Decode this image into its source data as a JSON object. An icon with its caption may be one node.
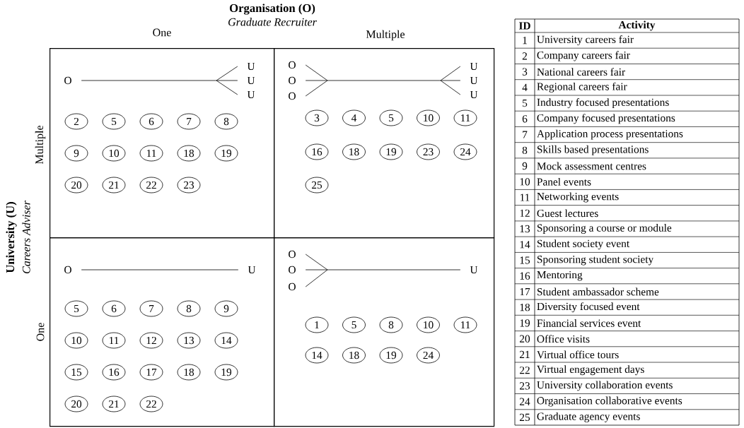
{
  "diagram": {
    "nodes": [
      {
        "text": [],
        "shape": "box"
      },
      {
        "text": [
          "O"
        ],
        "in": 0
      },
      {
        "text": [
          "U"
        ],
        "in": 0
      },
      {
        "text": [
          "U"
        ],
        "in": 0
      },
      {
        "text": [
          "U"
        ],
        "in": 0
      },
      {
        "text": [
          "2"
        ],
        "in": 0
      },
      {
        "text": [
          "5"
        ],
        "in": 0
      },
      {
        "text": [
          "6"
        ],
        "in": 0
      },
      {
        "text": [
          "7"
        ],
        "in": 0
      },
      {
        "text": [
          "8"
        ],
        "in": 0
      },
      {
        "text": [
          "9"
        ],
        "in": 0
      },
      {
        "text": [
          "10"
        ],
        "in": 0
      },
      {
        "text": [
          "11"
        ],
        "in": 0
      },
      {
        "text": [
          "18"
        ],
        "in": 0
      },
      {
        "text": [
          "19"
        ],
        "in": 0
      },
      {
        "text": [
          "20"
        ],
        "in": 0
      },
      {
        "text": [
          "21"
        ],
        "in": 0
      },
      {
        "text": [
          "22"
        ],
        "in": 0
      },
      {
        "text": [
          "23"
        ],
        "in": 0
      },
      {
        "text": [],
        "shape": "box"
      },
      {
        "text": [
          "O"
        ],
        "in": 19
      },
      {
        "text": [
          "O"
        ],
        "in": 19
      },
      {
        "text": [
          "O"
        ],
        "in": 19
      },
      {
        "text": [
          "U"
        ],
        "in": 19
      },
      {
        "text": [
          "U"
        ],
        "in": 19
      },
      {
        "text": [
          "U"
        ],
        "in": 19
      },
      {
        "text": [
          "3"
        ],
        "in": 19
      },
      {
        "text": [
          "4"
        ],
        "in": 19
      },
      {
        "text": [
          "5"
        ],
        "in": 19
      },
      {
        "text": [
          "10"
        ],
        "in": 19
      },
      {
        "text": [
          "11"
        ],
        "in": 19
      },
      {
        "text": [
          "16"
        ],
        "in": 19
      },
      {
        "text": [
          "18"
        ],
        "in": 19
      },
      {
        "text": [
          "19"
        ],
        "in": 19
      },
      {
        "text": [
          "23"
        ],
        "in": 19
      },
      {
        "text": [
          "24"
        ],
        "in": 19
      },
      {
        "text": [
          "25"
        ],
        "in": 19
      },
      {
        "text": [],
        "shape": "box"
      },
      {
        "text": [
          "O"
        ],
        "in": 37
      },
      {
        "text": [
          "U"
        ],
        "in": 37
      },
      {
        "text": [
          "5"
        ],
        "in": 37
      },
      {
        "text": [
          "6"
        ],
        "in": 37
      },
      {
        "text": [
          "7"
        ],
        "in": 37
      },
      {
        "text": [
          "8"
        ],
        "in": 37
      },
      {
        "text": [
          "9"
        ],
        "in": 37
      },
      {
        "text": [
          "10"
        ],
        "in": 37
      },
      {
        "text": [
          "11"
        ],
        "in": 37
      },
      {
        "text": [
          "12"
        ],
        "in": 37
      },
      {
        "text": [
          "13"
        ],
        "in": 37
      },
      {
        "text": [
          "14"
        ],
        "in": 37
      },
      {
        "text": [
          "15"
        ],
        "in": 37
      },
      {
        "text": [
          "16"
        ],
        "in": 37
      },
      {
        "text": [
          "17"
        ],
        "in": 37
      },
      {
        "text": [
          "18"
        ],
        "in": 37
      },
      {
        "text": [
          "19"
        ],
        "in": 37
      },
      {
        "text": [
          "20"
        ],
        "in": 37
      },
      {
        "text": [
          "21"
        ],
        "in": 37
      },
      {
        "text": [
          "22"
        ],
        "in": 37
      },
      {
        "text": [],
        "shape": "box"
      },
      {
        "text": [
          "O"
        ],
        "in": 58
      },
      {
        "text": [
          "O"
        ],
        "in": 58
      },
      {
        "text": [
          "O"
        ],
        "in": 58
      },
      {
        "text": [
          "U"
        ],
        "in": 58
      },
      {
        "text": [
          "1"
        ],
        "in": 58
      },
      {
        "text": [
          "5"
        ],
        "in": 58
      },
      {
        "text": [
          "8"
        ],
        "in": 58
      },
      {
        "text": [
          "10"
        ],
        "in": 58
      },
      {
        "text": [
          "11"
        ],
        "in": 58
      },
      {
        "text": [
          "14"
        ],
        "in": 58
      },
      {
        "text": [
          "18"
        ],
        "in": 58
      },
      {
        "text": [
          "19"
        ],
        "in": 58
      },
      {
        "text": [
          "24"
        ],
        "in": 58
      }
    ],
    "edges": [
      {
        "from": 1,
        "to": 2,
        "arrow": "none"
      },
      {
        "from": 1,
        "to": 3,
        "arrow": "none"
      },
      {
        "from": 1,
        "to": 4,
        "arrow": "none"
      },
      {
        "from": 20,
        "to": 23,
        "arrow": "none"
      },
      {
        "from": 20,
        "to": 24,
        "arrow": "none"
      },
      {
        "from": 20,
        "to": 25,
        "arrow": "none"
      },
      {
        "from": 21,
        "to": 23,
        "arrow": "none"
      },
      {
        "from": 21,
        "to": 24,
        "arrow": "none"
      },
      {
        "from": 21,
        "to": 25,
        "arrow": "none"
      },
      {
        "from": 22,
        "to": 23,
        "arrow": "none"
      },
      {
        "from": 22,
        "to": 24,
        "arrow": "none"
      },
      {
        "from": 22,
        "to": 25,
        "arrow": "none"
      },
      {
        "from": 38,
        "to": 39,
        "arrow": "none"
      },
      {
        "from": 59,
        "to": 62,
        "arrow": "none"
      },
      {
        "from": 60,
        "to": 62,
        "arrow": "none"
      },
      {
        "from": 61,
        "to": 62,
        "arrow": "none"
      }
    ],
    "labels": [
      "Organisation (O)",
      "Graduate Recruiter",
      "One",
      "Multiple",
      "University (U)",
      "Careers Adviser",
      "Multiple",
      "One",
      "ID",
      "Activity",
      "1",
      "University careers fair",
      "2",
      "Company careers fair",
      "3",
      "National careers fair",
      "4",
      "Regional careers fair",
      "5",
      "Industry focused presentations",
      "6",
      "Company focused presentations",
      "7",
      "Application process presentations",
      "8",
      "Skills based presentations",
      "9",
      "Mock assessment centres",
      "10",
      "Panel events",
      "11",
      "Networking events",
      "12",
      "Guest lectures",
      "13",
      "Sponsoring a course or module",
      "14",
      "Student society event",
      "15",
      "Sponsoring student society",
      "16",
      "Mentoring",
      "17",
      "Student ambassador scheme",
      "18",
      "Diversity focused event",
      "19",
      "Financial services event",
      "20",
      "Office visits",
      "21",
      "Virtual office tours",
      "22",
      "Virtual engagement days",
      "23",
      "University collaboration events",
      "24",
      "Organisation collaborative events",
      "25",
      "Graduate agency events"
    ]
  }
}
